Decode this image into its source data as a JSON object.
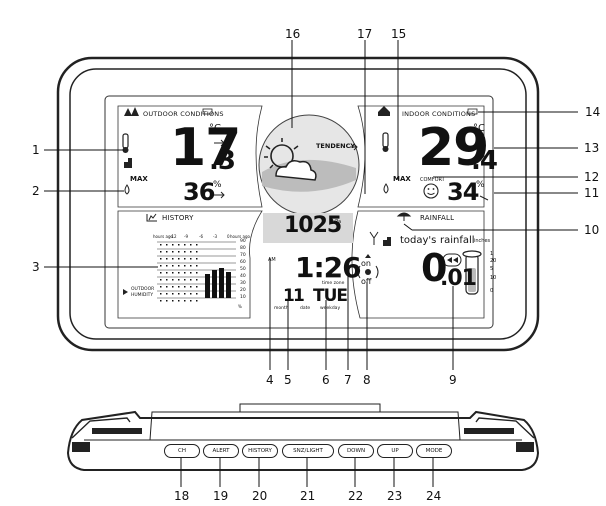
{
  "panels": {
    "outdoor": {
      "title": "OUTDOOR CONDITIONS",
      "temp_int": "17",
      "temp_dec": ".3",
      "temp_unit": "°C",
      "max_label": "MAX",
      "humidity": "36",
      "humidity_unit": "%"
    },
    "indoor": {
      "title": "INDOOR CONDITIONS",
      "temp_int": "29",
      "temp_dec": ".4",
      "temp_unit": "°C",
      "max_label": "MAX",
      "comfort_label": "COMFORT",
      "humidity": "34",
      "humidity_unit": "%"
    },
    "history": {
      "title": "HISTORY",
      "hours_ago_left": "hours ago",
      "hours_ago_right": "hours ago",
      "hour_marks": [
        "-12",
        "-9",
        "-6",
        "-3",
        "0"
      ],
      "scale": [
        "90",
        "80",
        "70",
        "60",
        "50",
        "40",
        "30",
        "20",
        "10"
      ],
      "scale_unit": "%",
      "series_label_1": "OUTDOOR",
      "series_label_2": "HUMIDITY"
    },
    "center": {
      "tendency_label": "TENDENCY",
      "pressure_value": "1025",
      "pressure_unit": "hPa",
      "time_prefix": "AM",
      "time_value": "1:26",
      "time_zone_label": "time zone",
      "date_month": "1",
      "date_day": "1",
      "weekday_value": "TUE",
      "month_label": "month",
      "date_label": "date",
      "weekday_label": "weekday",
      "dst_on": "on",
      "dst_off": "off"
    },
    "rainfall": {
      "title": "RAINFALL",
      "caption_1": "today's",
      "caption_2": "rainfall",
      "caption_unit": "inches",
      "value_int": "0",
      "value_dec": ".01",
      "gauge_scale": [
        "1",
        "20",
        "5",
        "10",
        "0"
      ]
    }
  },
  "buttons": [
    "CH",
    "ALERT",
    "HISTORY",
    "SNZ/LIGHT",
    "DOWN",
    "UP",
    "MODE"
  ],
  "callouts": {
    "left": [
      "1",
      "2",
      "3"
    ],
    "top": [
      "16",
      "17",
      "15",
      "14"
    ],
    "right": [
      "13",
      "12",
      "11",
      "10"
    ],
    "bottom": [
      "4",
      "5",
      "6",
      "7",
      "8",
      "9"
    ],
    "buttons": [
      "18",
      "19",
      "20",
      "21",
      "22",
      "23",
      "24"
    ]
  }
}
